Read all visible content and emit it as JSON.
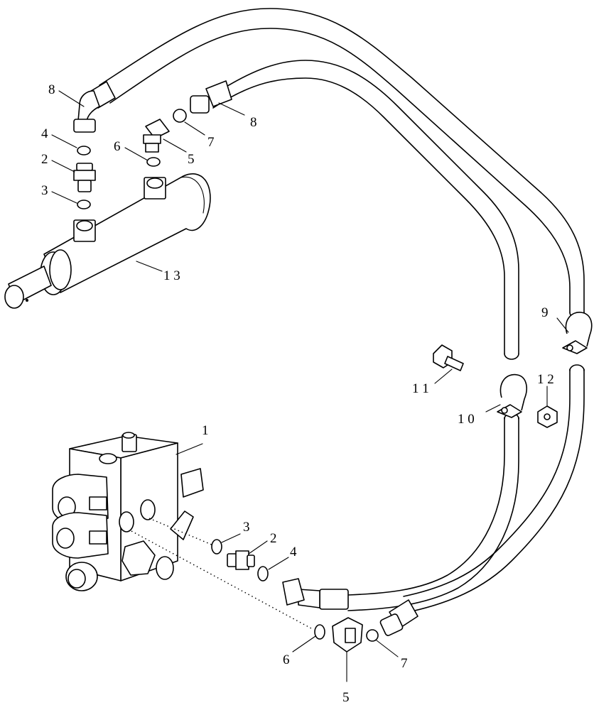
{
  "callouts": {
    "c1": "1",
    "c2a": "2",
    "c2b": "2",
    "c3a": "3",
    "c3b": "3",
    "c4a": "4",
    "c4b": "4",
    "c5a": "5",
    "c5b": "5",
    "c6a": "6",
    "c6b": "6",
    "c7a": "7",
    "c7b": "7",
    "c8a": "8",
    "c8b": "8",
    "c9": "9",
    "c10": "1 0",
    "c11": "1 1",
    "c12": "1 2",
    "c13": "1 3"
  }
}
